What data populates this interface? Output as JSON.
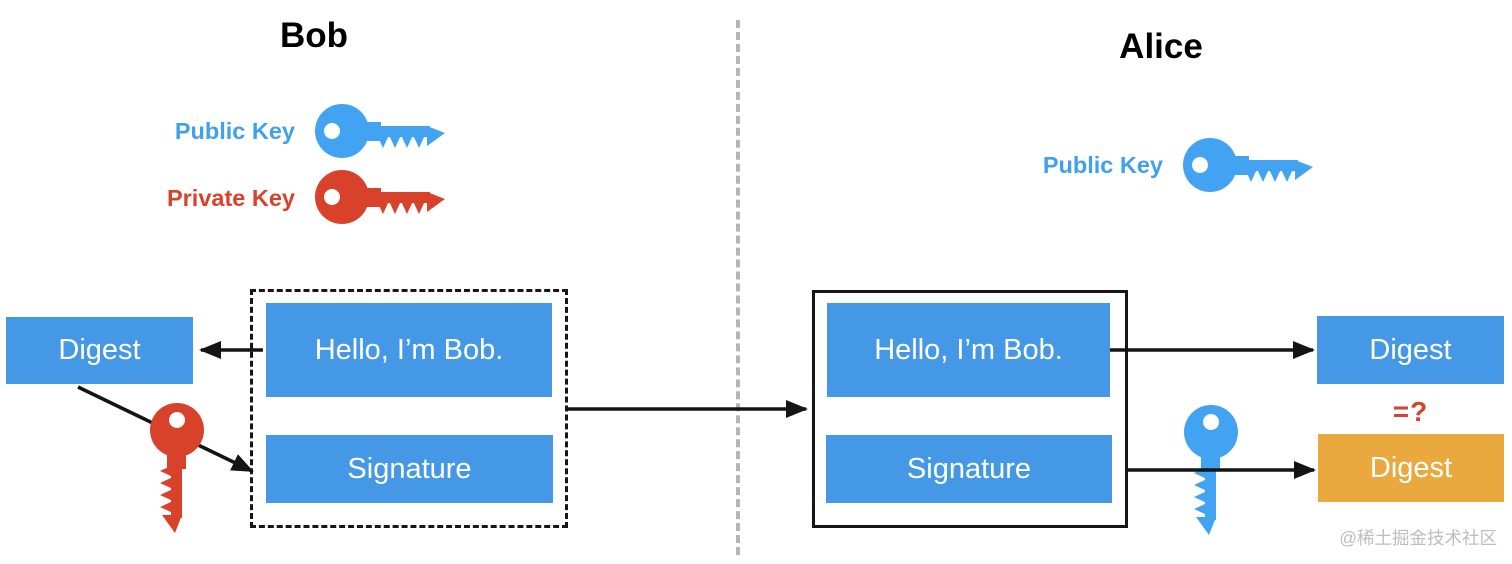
{
  "bob": {
    "title": "Bob",
    "public_key_label": "Public Key",
    "private_key_label": "Private Key",
    "digest_label": "Digest",
    "message_label": "Hello, I’m Bob.",
    "signature_label": "Signature"
  },
  "alice": {
    "title": "Alice",
    "public_key_label": "Public Key",
    "message_label": "Hello, I’m Bob.",
    "signature_label": "Signature",
    "digest_computed_label": "Digest",
    "digest_decrypted_label": "Digest",
    "compare_label": "=?"
  },
  "watermark": "@稀土掘金技术社区",
  "icons": {
    "bob_public_key": "blue-key-icon",
    "bob_private_key": "red-key-icon",
    "bob_signing_key": "red-key-icon",
    "alice_public_key": "blue-key-icon",
    "alice_verify_key": "blue-key-icon"
  },
  "colors": {
    "blue_box": "#4598e5",
    "blue_key": "#42a3f2",
    "blue_label": "#3fa0ef",
    "red": "#d8422b",
    "orange_box": "#e9a93f",
    "arrow": "#141414",
    "divider": "#b5b5b5",
    "title": "#000000",
    "box_text": "#ffffff",
    "watermark": "#bdbdbd"
  }
}
